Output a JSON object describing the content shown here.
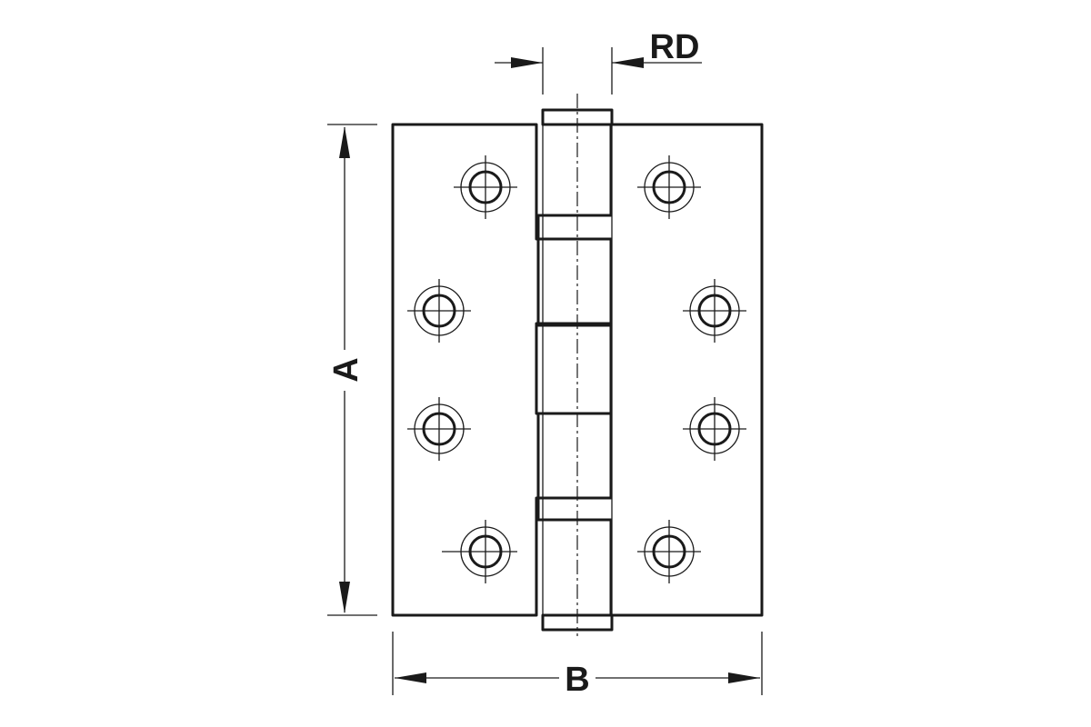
{
  "diagram": {
    "labels": {
      "height": "A",
      "width": "B",
      "pin_diameter": "RD"
    },
    "line_color": "#1a1a1a",
    "background": "#ffffff"
  }
}
